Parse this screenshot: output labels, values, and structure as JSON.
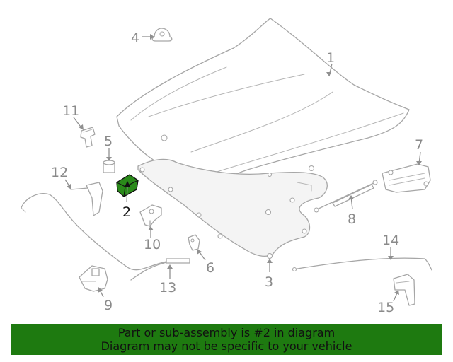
{
  "diagram": {
    "callouts": [
      "1",
      "2",
      "3",
      "4",
      "5",
      "6",
      "7",
      "8",
      "9",
      "10",
      "11",
      "12",
      "13",
      "14",
      "15"
    ],
    "highlight_callout": "2",
    "highlight_color": "#2a8a1a"
  },
  "banner": {
    "line1": "Part or sub-assembly is #2 in diagram",
    "line2": "Diagram may not be specific to your vehicle",
    "background": "#1e7a10"
  }
}
